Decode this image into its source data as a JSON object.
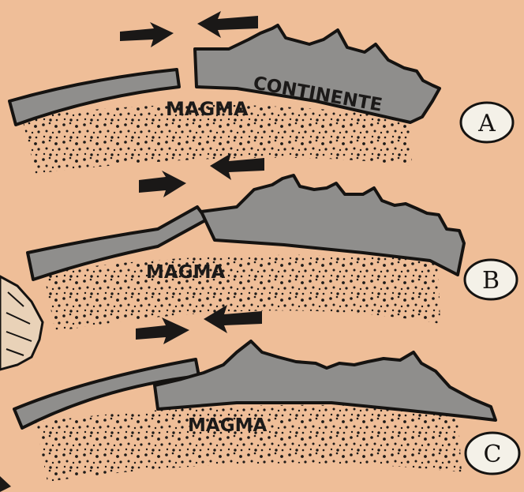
{
  "colors": {
    "background": "#efbe98",
    "plate": "#8f8e8c",
    "ink": "#151311"
  },
  "panels": [
    {
      "id": "A",
      "magma_label": "MAGMA",
      "continent_label": "CONTINENTE",
      "badge": "A"
    },
    {
      "id": "B",
      "magma_label": "MAGMA",
      "badge": "B"
    },
    {
      "id": "C",
      "magma_label": "MAGMA",
      "badge": "C"
    }
  ],
  "icons": [
    "arrow-right-icon",
    "arrow-left-icon",
    "hand-icon"
  ]
}
